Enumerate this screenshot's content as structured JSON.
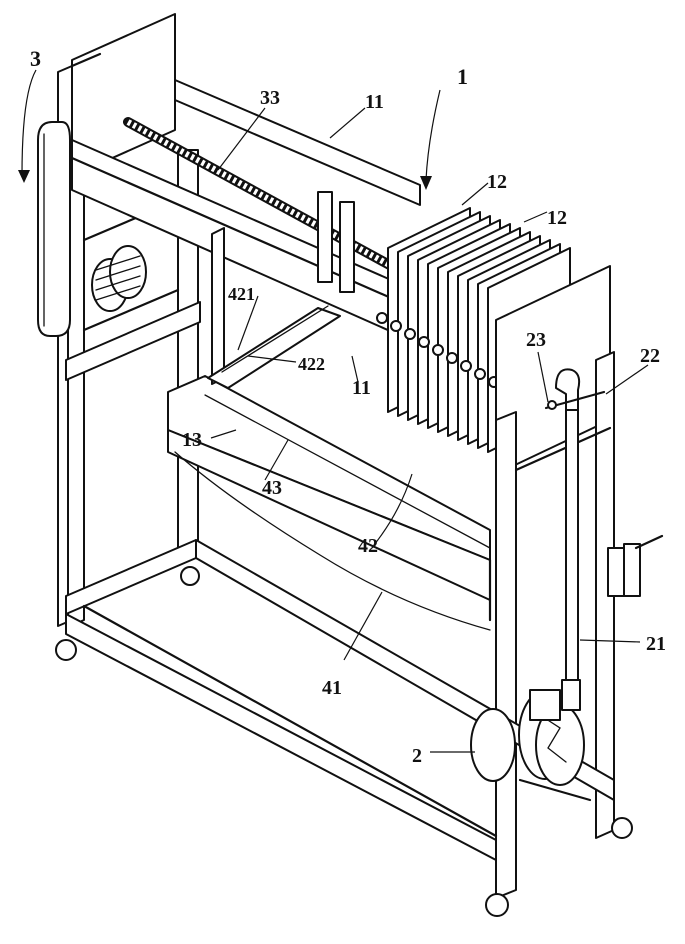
{
  "labels": {
    "l1": "1",
    "l2": "2",
    "l3": "3",
    "l11a": "11",
    "l11b": "11",
    "l12a": "12",
    "l12b": "12",
    "l13": "13",
    "l21": "21",
    "l22": "22",
    "l23": "23",
    "l33": "33",
    "l41": "41",
    "l42": "42",
    "l43": "43",
    "l421": "421",
    "l422": "422"
  }
}
